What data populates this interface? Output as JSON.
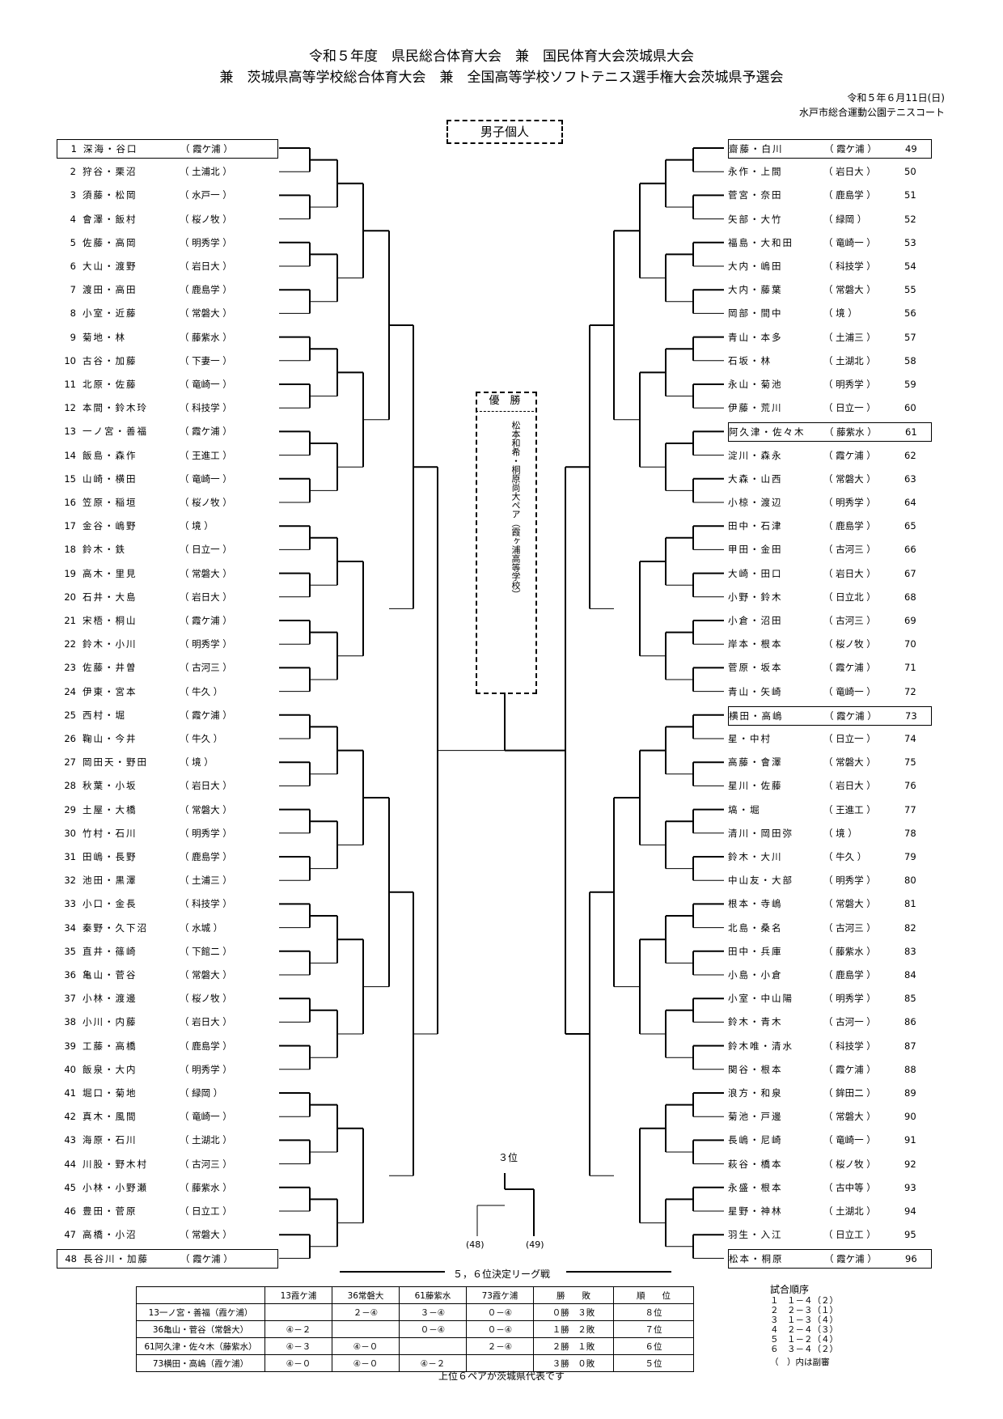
{
  "header": {
    "line1": "令和５年度　県民総合体育大会　兼　国民体育大会茨城県大会",
    "line2": "兼　茨城県高等学校総合体育大会　兼　全国高等学校ソフトテニス選手権大会茨城県予選会",
    "date": "令和５年６月11日(日)",
    "venue": "水戸市総合運動公園テニスコート"
  },
  "event": "男子個人",
  "left_entries": [
    {
      "no": "1",
      "name": "深海・谷口",
      "team": "霞ケ浦",
      "seed": true
    },
    {
      "no": "2",
      "name": "狩谷・栗沼",
      "team": "土浦北",
      "seed": false
    },
    {
      "no": "3",
      "name": "須藤・松岡",
      "team": "水戸一",
      "seed": false
    },
    {
      "no": "4",
      "name": "會澤・飯村",
      "team": "桜ノ牧",
      "seed": false
    },
    {
      "no": "5",
      "name": "佐藤・高岡",
      "team": "明秀学",
      "seed": false
    },
    {
      "no": "6",
      "name": "大山・渡野",
      "team": "岩日大",
      "seed": false
    },
    {
      "no": "7",
      "name": "渡田・高田",
      "team": "鹿島学",
      "seed": false
    },
    {
      "no": "8",
      "name": "小室・近藤",
      "team": "常磐大",
      "seed": false
    },
    {
      "no": "9",
      "name": "菊地・林",
      "team": "藤紫水",
      "seed": false
    },
    {
      "no": "10",
      "name": "古谷・加藤",
      "team": "下妻一",
      "seed": false
    },
    {
      "no": "11",
      "name": "北原・佐藤",
      "team": "竜崎一",
      "seed": false
    },
    {
      "no": "12",
      "name": "本間・鈴木玲",
      "team": "科技学",
      "seed": false
    },
    {
      "no": "13",
      "name": "一ノ宮・善福",
      "team": "霞ケ浦",
      "seed": false
    },
    {
      "no": "14",
      "name": "飯島・森作",
      "team": "王進工",
      "seed": false
    },
    {
      "no": "15",
      "name": "山崎・横田",
      "team": "竜崎一",
      "seed": false
    },
    {
      "no": "16",
      "name": "笠原・稲垣",
      "team": "桜ノ牧",
      "seed": false
    },
    {
      "no": "17",
      "name": "金谷・嶋野",
      "team": "境",
      "seed": false
    },
    {
      "no": "18",
      "name": "鈴木・鉄",
      "team": "日立一",
      "seed": false
    },
    {
      "no": "19",
      "name": "高木・里見",
      "team": "常磐大",
      "seed": false
    },
    {
      "no": "20",
      "name": "石井・大島",
      "team": "岩日大",
      "seed": false
    },
    {
      "no": "21",
      "name": "宋梧・桐山",
      "team": "霞ケ浦",
      "seed": false
    },
    {
      "no": "22",
      "name": "鈴木・小川",
      "team": "明秀学",
      "seed": false
    },
    {
      "no": "23",
      "name": "佐藤・井曽",
      "team": "古河三",
      "seed": false
    },
    {
      "no": "24",
      "name": "伊東・宮本",
      "team": "牛久",
      "seed": false
    },
    {
      "no": "25",
      "name": "西村・堀",
      "team": "霞ケ浦",
      "seed": false
    },
    {
      "no": "26",
      "name": "鞠山・今井",
      "team": "牛久",
      "seed": false
    },
    {
      "no": "27",
      "name": "岡田天・野田",
      "team": "境",
      "seed": false
    },
    {
      "no": "28",
      "name": "秋葉・小坂",
      "team": "岩日大",
      "seed": false
    },
    {
      "no": "29",
      "name": "土屋・大橋",
      "team": "常磐大",
      "seed": false
    },
    {
      "no": "30",
      "name": "竹村・石川",
      "team": "明秀学",
      "seed": false
    },
    {
      "no": "31",
      "name": "田嶋・長野",
      "team": "鹿島学",
      "seed": false
    },
    {
      "no": "32",
      "name": "池田・黒澤",
      "team": "土浦三",
      "seed": false
    },
    {
      "no": "33",
      "name": "小口・金長",
      "team": "科技学",
      "seed": false
    },
    {
      "no": "34",
      "name": "秦野・久下沼",
      "team": "水城",
      "seed": false
    },
    {
      "no": "35",
      "name": "直井・篠崎",
      "team": "下館二",
      "seed": false
    },
    {
      "no": "36",
      "name": "亀山・菅谷",
      "team": "常磐大",
      "seed": false
    },
    {
      "no": "37",
      "name": "小林・渡邊",
      "team": "桜ノ牧",
      "seed": false
    },
    {
      "no": "38",
      "name": "小川・内藤",
      "team": "岩日大",
      "seed": false
    },
    {
      "no": "39",
      "name": "工藤・高橋",
      "team": "鹿島学",
      "seed": false
    },
    {
      "no": "40",
      "name": "飯泉・大内",
      "team": "明秀学",
      "seed": false
    },
    {
      "no": "41",
      "name": "堀口・菊地",
      "team": "緑岡",
      "seed": false
    },
    {
      "no": "42",
      "name": "真木・風間",
      "team": "竜崎一",
      "seed": false
    },
    {
      "no": "43",
      "name": "海原・石川",
      "team": "土湖北",
      "seed": false
    },
    {
      "no": "44",
      "name": "川股・野木村",
      "team": "古河三",
      "seed": false
    },
    {
      "no": "45",
      "name": "小林・小野瀬",
      "team": "藤紫水",
      "seed": false
    },
    {
      "no": "46",
      "name": "豊田・菅原",
      "team": "日立工",
      "seed": false
    },
    {
      "no": "47",
      "name": "高橋・小沼",
      "team": "常磐大",
      "seed": false
    },
    {
      "no": "48",
      "name": "長谷川・加藤",
      "team": "霞ケ浦",
      "seed": true
    }
  ],
  "right_entries": [
    {
      "no": "49",
      "name": "齋藤・白川",
      "team": "霞ケ浦",
      "seed": true
    },
    {
      "no": "50",
      "name": "永作・上間",
      "team": "岩日大",
      "seed": false
    },
    {
      "no": "51",
      "name": "菅宮・奈田",
      "team": "鹿島学",
      "seed": false
    },
    {
      "no": "52",
      "name": "矢部・大竹",
      "team": "緑岡",
      "seed": false
    },
    {
      "no": "53",
      "name": "福島・大和田",
      "team": "竜崎一",
      "seed": false
    },
    {
      "no": "54",
      "name": "大内・嶋田",
      "team": "科技学",
      "seed": false
    },
    {
      "no": "55",
      "name": "大内・藤葉",
      "team": "常磐大",
      "seed": false
    },
    {
      "no": "56",
      "name": "岡部・間中",
      "team": "境",
      "seed": false
    },
    {
      "no": "57",
      "name": "青山・本多",
      "team": "土浦三",
      "seed": false
    },
    {
      "no": "58",
      "name": "石坂・林",
      "team": "土湖北",
      "seed": false
    },
    {
      "no": "59",
      "name": "永山・菊池",
      "team": "明秀学",
      "seed": false
    },
    {
      "no": "60",
      "name": "伊藤・荒川",
      "team": "日立一",
      "seed": false
    },
    {
      "no": "61",
      "name": "阿久津・佐々木",
      "team": "藤紫水",
      "seed": true
    },
    {
      "no": "62",
      "name": "淀川・森永",
      "team": "霞ケ浦",
      "seed": false
    },
    {
      "no": "63",
      "name": "大森・山西",
      "team": "常磐大",
      "seed": false
    },
    {
      "no": "64",
      "name": "小椋・渡辺",
      "team": "明秀学",
      "seed": false
    },
    {
      "no": "65",
      "name": "田中・石津",
      "team": "鹿島学",
      "seed": false
    },
    {
      "no": "66",
      "name": "甲田・金田",
      "team": "古河三",
      "seed": false
    },
    {
      "no": "67",
      "name": "大崎・田口",
      "team": "岩日大",
      "seed": false
    },
    {
      "no": "68",
      "name": "小野・鈴木",
      "team": "日立北",
      "seed": false
    },
    {
      "no": "69",
      "name": "小倉・沼田",
      "team": "古河三",
      "seed": false
    },
    {
      "no": "70",
      "name": "岸本・根本",
      "team": "桜ノ牧",
      "seed": false
    },
    {
      "no": "71",
      "name": "菅原・坂本",
      "team": "霞ケ浦",
      "seed": false
    },
    {
      "no": "72",
      "name": "青山・矢崎",
      "team": "竜崎一",
      "seed": false
    },
    {
      "no": "73",
      "name": "横田・高嶋",
      "team": "霞ケ浦",
      "seed": true
    },
    {
      "no": "74",
      "name": "星・中村",
      "team": "日立一",
      "seed": false
    },
    {
      "no": "75",
      "name": "高藤・會澤",
      "team": "常磐大",
      "seed": false
    },
    {
      "no": "76",
      "name": "星川・佐藤",
      "team": "岩日大",
      "seed": false
    },
    {
      "no": "77",
      "name": "塙・堀",
      "team": "王進工",
      "seed": false
    },
    {
      "no": "78",
      "name": "清川・岡田弥",
      "team": "境",
      "seed": false
    },
    {
      "no": "79",
      "name": "鈴木・大川",
      "team": "牛久",
      "seed": false
    },
    {
      "no": "80",
      "name": "中山友・大部",
      "team": "明秀学",
      "seed": false
    },
    {
      "no": "81",
      "name": "根本・寺嶋",
      "team": "常磐大",
      "seed": false
    },
    {
      "no": "82",
      "name": "北島・桑名",
      "team": "古河三",
      "seed": false
    },
    {
      "no": "83",
      "name": "田中・兵庫",
      "team": "藤紫水",
      "seed": false
    },
    {
      "no": "84",
      "name": "小島・小倉",
      "team": "鹿島学",
      "seed": false
    },
    {
      "no": "85",
      "name": "小室・中山陽",
      "team": "明秀学",
      "seed": false
    },
    {
      "no": "86",
      "name": "鈴木・青木",
      "team": "古河一",
      "seed": false
    },
    {
      "no": "87",
      "name": "鈴木唯・清水",
      "team": "科技学",
      "seed": false
    },
    {
      "no": "88",
      "name": "関谷・根本",
      "team": "霞ケ浦",
      "seed": false
    },
    {
      "no": "89",
      "name": "浪方・和泉",
      "team": "鉾田二",
      "seed": false
    },
    {
      "no": "90",
      "name": "菊池・戸邊",
      "team": "常磐大",
      "seed": false
    },
    {
      "no": "91",
      "name": "長嶋・尼崎",
      "team": "竜崎一",
      "seed": false
    },
    {
      "no": "92",
      "name": "萩谷・橋本",
      "team": "桜ノ牧",
      "seed": false
    },
    {
      "no": "93",
      "name": "永盛・根本",
      "team": "古中等",
      "seed": false
    },
    {
      "no": "94",
      "name": "星野・神林",
      "team": "土湖北",
      "seed": false
    },
    {
      "no": "95",
      "name": "羽生・入江",
      "team": "日立工",
      "seed": false
    },
    {
      "no": "96",
      "name": "松本・桐原",
      "team": "霞ケ浦",
      "seed": true
    }
  ],
  "winner": {
    "title": "優　勝",
    "text": "松本和希・桐原尚大ペア（霞ヶ浦高等学校）"
  },
  "third_place": {
    "title": "３位",
    "left": "(48)",
    "right": "(49)"
  },
  "league": {
    "caption": "５，６位決定リーグ戦",
    "headers": [
      "",
      "13霞ケ浦",
      "36常磐大",
      "61藤紫水",
      "73霞ケ浦",
      "勝　　敗",
      "順　　位"
    ],
    "rows": [
      [
        "13一ノ宮・善福（霞ケ浦）",
        "",
        "２－④",
        "３－④",
        "０－④",
        "０勝　３敗",
        "８位"
      ],
      [
        "36亀山・菅谷（常磐大）",
        "④－２",
        "",
        "０－④",
        "０－④",
        "１勝　２敗",
        "７位"
      ],
      [
        "61阿久津・佐々木（藤紫水）",
        "④－３",
        "④－０",
        "",
        "２－④",
        "２勝　１敗",
        "６位"
      ],
      [
        "73横田・高嶋（霞ケ浦）",
        "④－０",
        "④－０",
        "④－２",
        "",
        "３勝　０敗",
        "５位"
      ]
    ],
    "note": "上位６ペアが茨城県代表です"
  },
  "order": {
    "title": "試合順序",
    "items": [
      "１　１－４（２）",
      "２　２－３（１）",
      "３　１－３（４）",
      "４　２－４（３）",
      "５　１－２（４）",
      "６　３－４（２）"
    ],
    "note": "（　）内は副審"
  }
}
